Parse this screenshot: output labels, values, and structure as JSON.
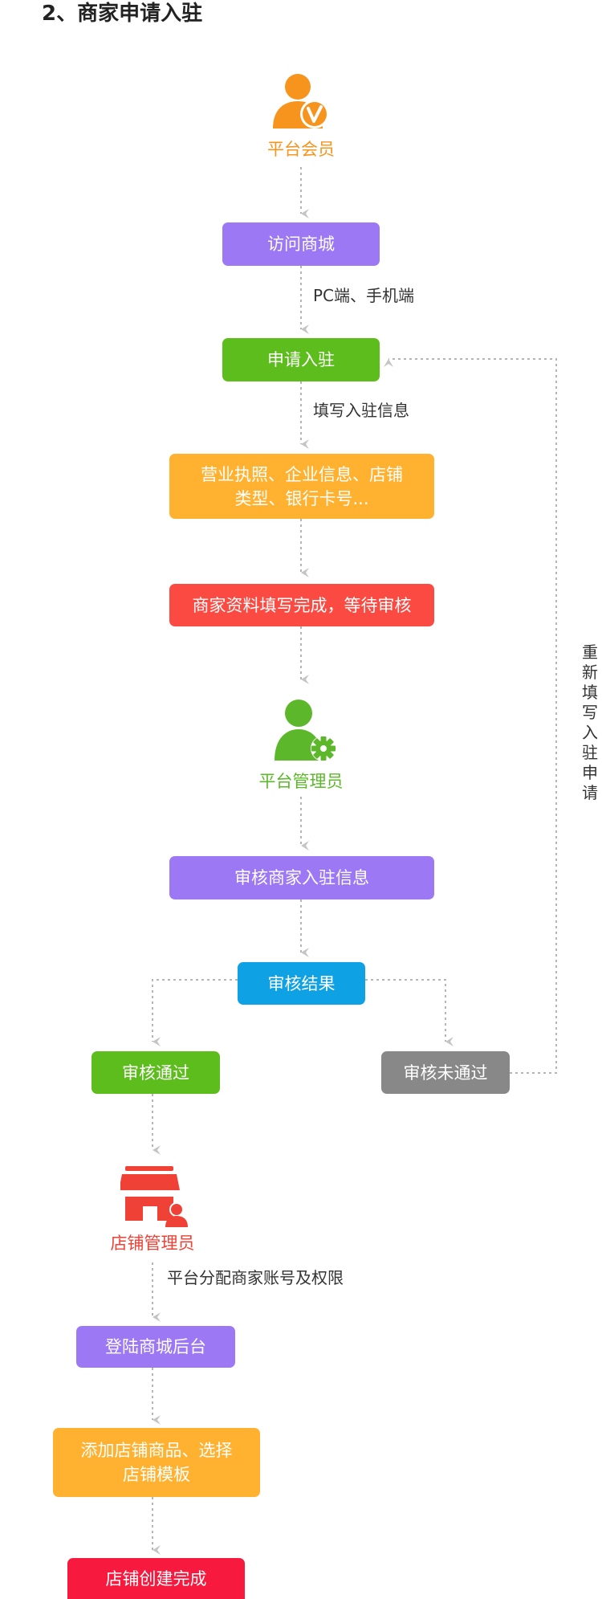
{
  "heading": "2、商家申请入驻",
  "roles": {
    "member": "平台会员",
    "admin": "平台管理员",
    "store_admin": "店铺管理员"
  },
  "steps": {
    "visit": "访问商城",
    "apply": "申请入驻",
    "fill_info": "营业执照、企业信息、店铺\n类型、银行卡号...",
    "submit_done": "商家资料填写完成，等待审核",
    "review": "审核商家入驻信息",
    "result": "审核结果",
    "passed": "审核通过",
    "failed": "审核未通过",
    "login": "登陆商城后台",
    "add_goods": "添加店铺商品、选择\n店铺模板",
    "store_done": "店铺创建完成"
  },
  "edge_labels": {
    "channels": "PC端、手机端",
    "fill_entry": "填写入驻信息",
    "assign": "平台分配商家账号及权限",
    "reapply": "重新填写入驻申请"
  },
  "colors": {
    "purple": "#9c78f5",
    "green": "#5cbd1c",
    "orange": "#ffb12f",
    "red": "#fb4a42",
    "blue": "#0ea1e4",
    "gray": "#888888",
    "crimson": "#f71a3e",
    "member_orange": "#f7941d",
    "admin_green": "#5cb82a",
    "store_red": "#ef4136"
  },
  "icons": {
    "member": "user-verified-icon",
    "admin": "user-gear-icon",
    "store": "storefront-icon"
  }
}
